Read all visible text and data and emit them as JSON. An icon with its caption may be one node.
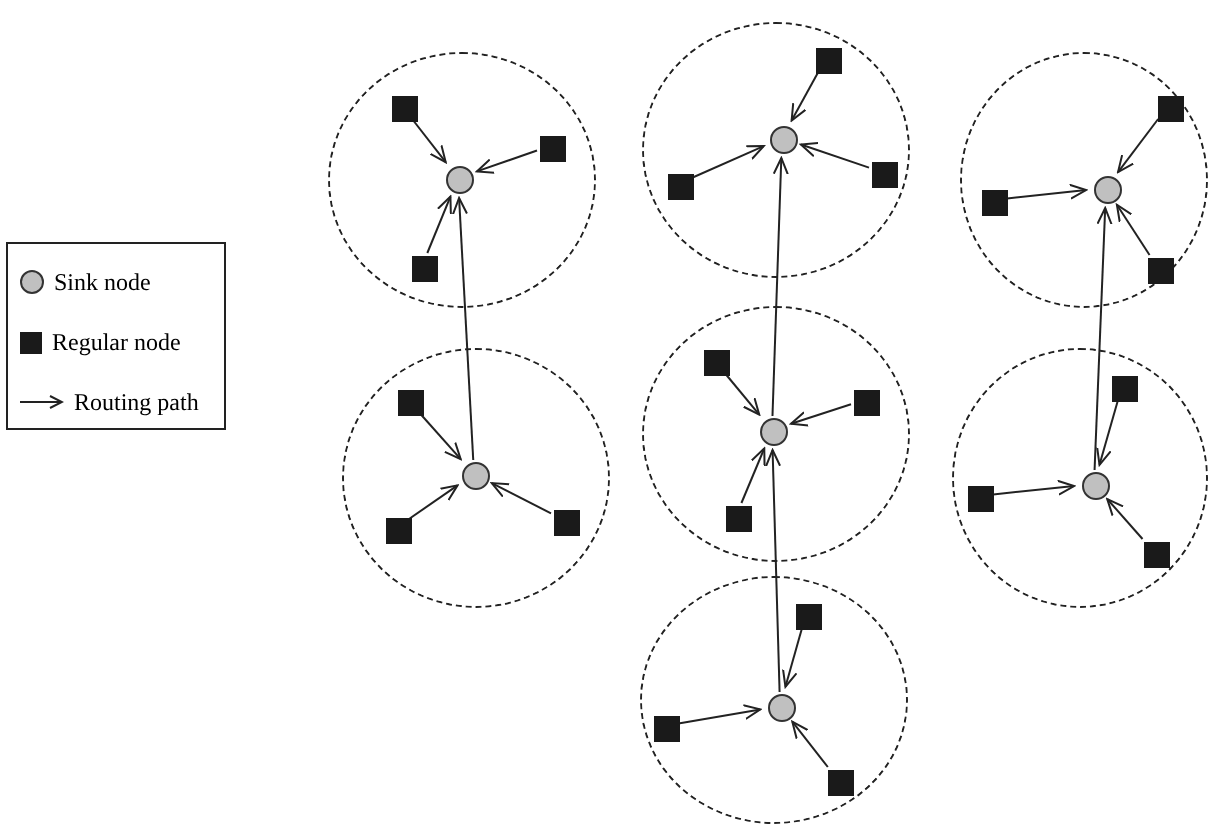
{
  "diagram": {
    "nodes": [
      {
        "text": [],
        "shape": "circle"
      },
      {
        "text": [],
        "shape": "circle",
        "in": 0
      },
      {
        "text": [],
        "shape": "box",
        "in": 0
      },
      {
        "text": [],
        "shape": "box",
        "in": 0
      },
      {
        "text": [],
        "shape": "box",
        "in": 0
      },
      {
        "text": [],
        "shape": "circle"
      },
      {
        "text": [],
        "shape": "circle",
        "in": 5
      },
      {
        "text": [],
        "shape": "box",
        "in": 5
      },
      {
        "text": [],
        "shape": "box",
        "in": 5
      },
      {
        "text": [],
        "shape": "box",
        "in": 5
      },
      {
        "text": [],
        "shape": "circle"
      },
      {
        "text": [],
        "shape": "circle",
        "in": 10
      },
      {
        "text": [],
        "shape": "box",
        "in": 10
      },
      {
        "text": [],
        "shape": "box",
        "in": 10
      },
      {
        "text": [],
        "shape": "box",
        "in": 10
      },
      {
        "text": [],
        "shape": "circle"
      },
      {
        "text": [],
        "shape": "circle",
        "in": 15
      },
      {
        "text": [],
        "shape": "box",
        "in": 15
      },
      {
        "text": [],
        "shape": "box",
        "in": 15
      },
      {
        "text": [],
        "shape": "box",
        "in": 15
      },
      {
        "text": [],
        "shape": "circle"
      },
      {
        "text": [],
        "shape": "circle",
        "in": 20
      },
      {
        "text": [],
        "shape": "box",
        "in": 20
      },
      {
        "text": [],
        "shape": "box",
        "in": 20
      },
      {
        "text": [],
        "shape": "box",
        "in": 20
      },
      {
        "text": [],
        "shape": "circle"
      },
      {
        "text": [],
        "shape": "circle",
        "in": 25
      },
      {
        "text": [],
        "shape": "box",
        "in": 25
      },
      {
        "text": [],
        "shape": "box",
        "in": 25
      },
      {
        "text": [],
        "shape": "box",
        "in": 25
      },
      {
        "text": [],
        "shape": "circle"
      },
      {
        "text": [],
        "shape": "circle",
        "in": 30
      },
      {
        "text": [],
        "shape": "box",
        "in": 30
      },
      {
        "text": [],
        "shape": "box",
        "in": 30
      },
      {
        "text": [],
        "shape": "box",
        "in": 30
      }
    ],
    "edges": [
      {
        "from": 2,
        "to": 1,
        "arrow": "to"
      },
      {
        "from": 3,
        "to": 1,
        "arrow": "to"
      },
      {
        "from": 4,
        "to": 1,
        "arrow": "to"
      },
      {
        "from": 7,
        "to": 6,
        "arrow": "to"
      },
      {
        "from": 8,
        "to": 6,
        "arrow": "to"
      },
      {
        "from": 9,
        "to": 6,
        "arrow": "to"
      },
      {
        "from": 6,
        "to": 1,
        "arrow": "to"
      },
      {
        "from": 12,
        "to": 11,
        "arrow": "to"
      },
      {
        "from": 13,
        "to": 11,
        "arrow": "to"
      },
      {
        "from": 14,
        "to": 11,
        "arrow": "to"
      },
      {
        "from": 17,
        "to": 16,
        "arrow": "to"
      },
      {
        "from": 18,
        "to": 16,
        "arrow": "to"
      },
      {
        "from": 19,
        "to": 16,
        "arrow": "to"
      },
      {
        "from": 16,
        "to": 11,
        "arrow": "to"
      },
      {
        "from": 22,
        "to": 21,
        "arrow": "to"
      },
      {
        "from": 23,
        "to": 21,
        "arrow": "to"
      },
      {
        "from": 24,
        "to": 21,
        "arrow": "to"
      },
      {
        "from": 21,
        "to": 16,
        "arrow": "to"
      },
      {
        "from": 27,
        "to": 26,
        "arrow": "to"
      },
      {
        "from": 28,
        "to": 26,
        "arrow": "to"
      },
      {
        "from": 29,
        "to": 26,
        "arrow": "to"
      },
      {
        "from": 32,
        "to": 31,
        "arrow": "to"
      },
      {
        "from": 33,
        "to": 31,
        "arrow": "to"
      },
      {
        "from": 34,
        "to": 31,
        "arrow": "to"
      },
      {
        "from": 31,
        "to": 26,
        "arrow": "to"
      }
    ],
    "legend": [
      {
        "text": "Sink node"
      },
      {
        "text": "Regular node"
      },
      {
        "text": "Routing path"
      }
    ]
  }
}
